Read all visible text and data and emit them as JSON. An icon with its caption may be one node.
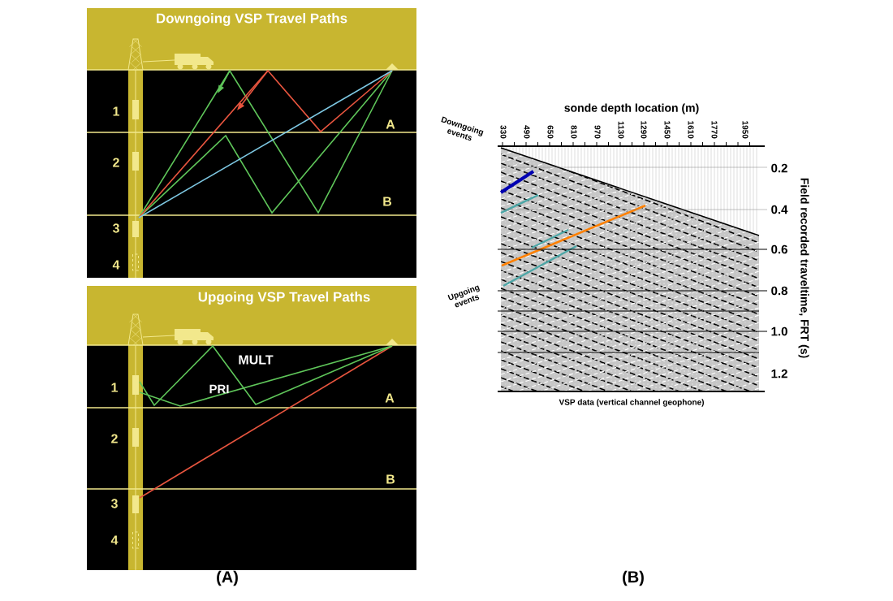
{
  "diagram": {
    "labels": [
      "Downgoing VSP Travel Paths",
      "1",
      "A",
      "2",
      "B",
      "3",
      "4",
      "Upgoing VSP Travel Paths",
      "MULT",
      "1",
      "PRI",
      "A",
      "2",
      "B",
      "3",
      "4",
      "(A)",
      "sonde depth location (m)",
      "330",
      "490",
      "650",
      "810",
      "970",
      "1130",
      "1290",
      "1450",
      "1610",
      "1770",
      "1950",
      "Downgoing events",
      "0.2",
      "0.4",
      "Field recorded traveltime, FRT (s)",
      "0.6",
      "Upgoing events",
      "0.8",
      "1.0",
      "1.2",
      "VSP data (vertical channel geophone)",
      "(B)"
    ]
  }
}
